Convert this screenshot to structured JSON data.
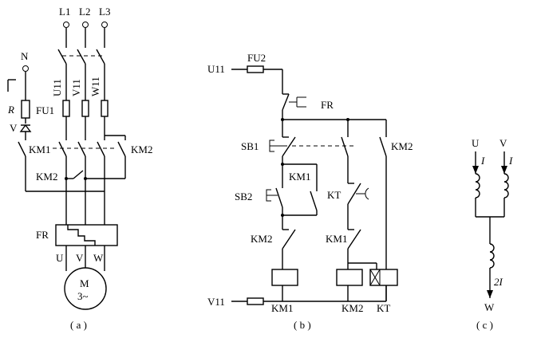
{
  "diagram_a": {
    "phases": [
      "L1",
      "L2",
      "L3"
    ],
    "neutral": "N",
    "phase_labels": [
      "U11",
      "V11",
      "W11"
    ],
    "resistor": "R",
    "fuse": "FU1",
    "diode": "V",
    "contactor_main": "KM1",
    "contactor_brake": "KM2",
    "contactor_brake_aux": "KM2",
    "overload": "FR",
    "motor_terminals": [
      "U",
      "V",
      "W"
    ],
    "motor_line1": "M",
    "motor_line2": "3~",
    "caption": "( a )"
  },
  "diagram_b": {
    "supply_top": "U11",
    "fuse": "FU2",
    "fr_contact": "FR",
    "sb1": "SB1",
    "km2_contact_top": "KM2",
    "km1_hold": "KM1",
    "sb2": "SB2",
    "kt_contact": "KT",
    "km2_interlock": "KM2",
    "km1_interlock": "KM1",
    "supply_bottom": "V11",
    "coil_labels": [
      "KM1",
      "KM2",
      "KT"
    ],
    "caption": "( b )"
  },
  "diagram_c": {
    "u": "U",
    "v": "V",
    "current_u": "I",
    "current_v": "I",
    "current_out": "2I",
    "w": "W",
    "caption": "( c )"
  }
}
